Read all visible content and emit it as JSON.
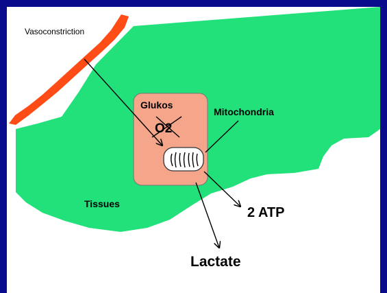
{
  "labels": {
    "vasoconstriction": "Vasoconstriction",
    "glucose": "Glukos",
    "oxygen": "O2",
    "mitochondria": "Mitochondria",
    "tissues": "Tissues",
    "atp": "2 ATP",
    "lactate": "Lactate"
  },
  "colors": {
    "border": "#0a0a8c",
    "background": "#ffffff",
    "tissue": "#22e07a",
    "cell": "#f4a58a",
    "vessel": "#ff4c16",
    "line": "#000000"
  }
}
